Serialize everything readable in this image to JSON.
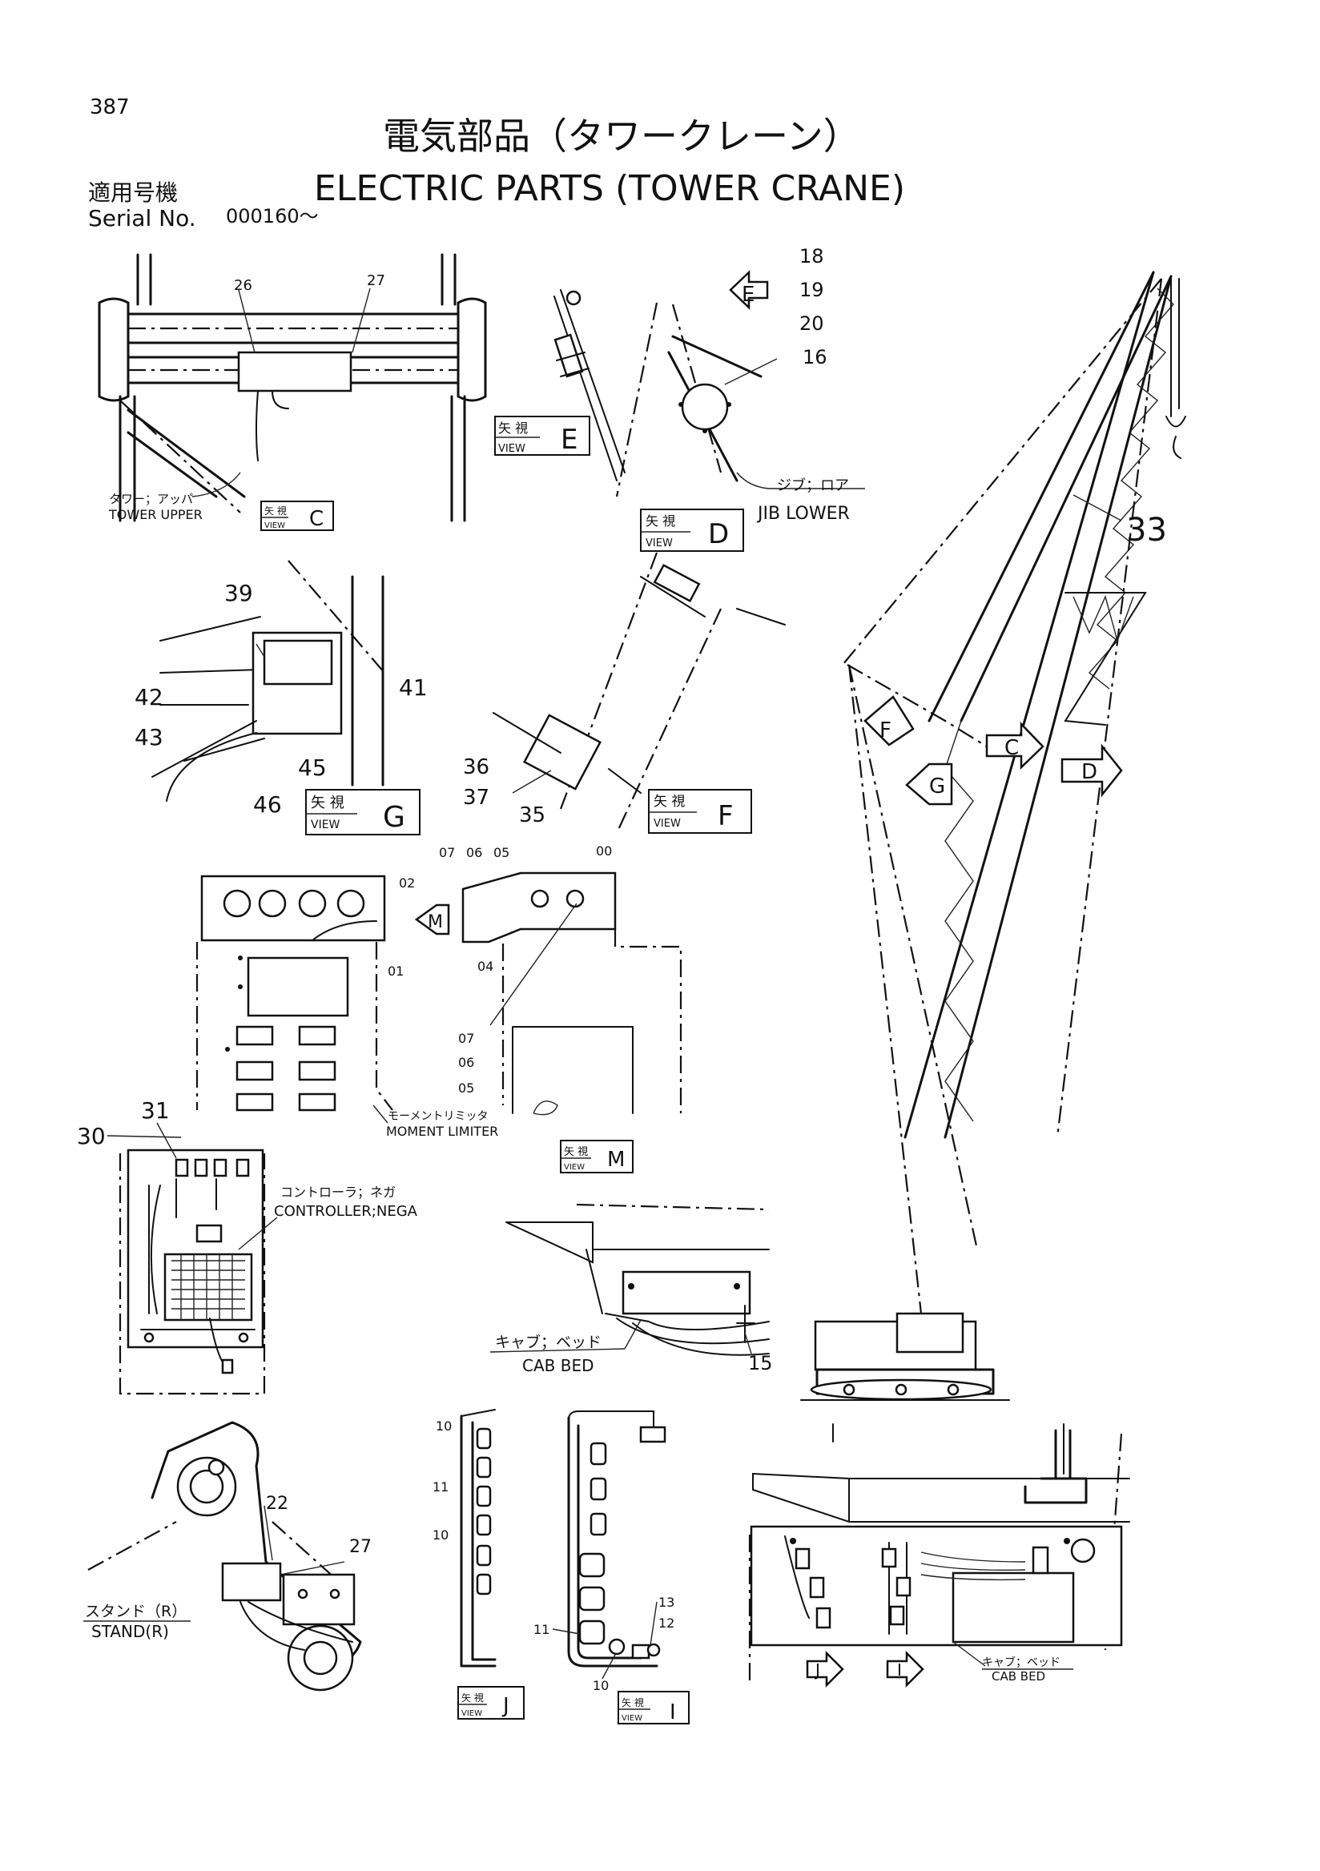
{
  "page_number": "387",
  "title_jp": "電気部品（タワークレーン）",
  "title_en": "ELECTRIC PARTS (TOWER CRANE)",
  "serial_label_jp": "適用号機",
  "serial_label_en": "Serial No.",
  "serial_value": "000160～",
  "view_word_jp": "矢 視",
  "view_word_en": "VIEW",
  "views": {
    "c": "C",
    "d": "D",
    "e": "E",
    "f": "F",
    "g": "G",
    "m": "M",
    "j": "J",
    "i": "I"
  },
  "arrow_labels": {
    "c": "C",
    "d": "D",
    "e": "E",
    "f": "F",
    "g": "G",
    "m": "M",
    "j": "J",
    "i": "I"
  },
  "components": {
    "tower_upper_jp": "タワー；アッパ",
    "tower_upper_en": "TOWER UPPER",
    "jib_lower_jp": "ジブ；ロア",
    "jib_lower_en": "JIB LOWER",
    "moment_limiter_jp": "モーメントリミッタ",
    "moment_limiter_en": "MOMENT LIMITER",
    "controller_jp": "コントローラ；ネガ",
    "controller_en": "CONTROLLER;NEGA",
    "cab_bed_jp": "キャブ；ベッド",
    "cab_bed_en": "CAB BED",
    "stand_jp": "スタンド（R）",
    "stand_en": "STAND(R)",
    "cab_bed2_jp": "キャブ；ベッド",
    "cab_bed2_en": "CAB BED"
  },
  "callouts": {
    "c26": "26",
    "c27a": "27",
    "c18": "18",
    "c19": "19",
    "c20": "20",
    "c16": "16",
    "c33": "33",
    "c39": "39",
    "c42": "42",
    "c43": "43",
    "c41": "41",
    "c45": "45",
    "c46": "46",
    "c36": "36",
    "c37": "37",
    "c35": "35",
    "c07a": "07",
    "c06a": "06",
    "c05a": "05",
    "c00": "00",
    "c02": "02",
    "c01": "01",
    "c04": "04",
    "c07b": "07",
    "c06b": "06",
    "c05b": "05",
    "c31": "31",
    "c30": "30",
    "c15": "15",
    "c22": "22",
    "c27b": "27",
    "c10a": "10",
    "c11a": "11",
    "c10b": "10",
    "c11b": "11",
    "c10c": "10",
    "c13": "13",
    "c12": "12"
  }
}
